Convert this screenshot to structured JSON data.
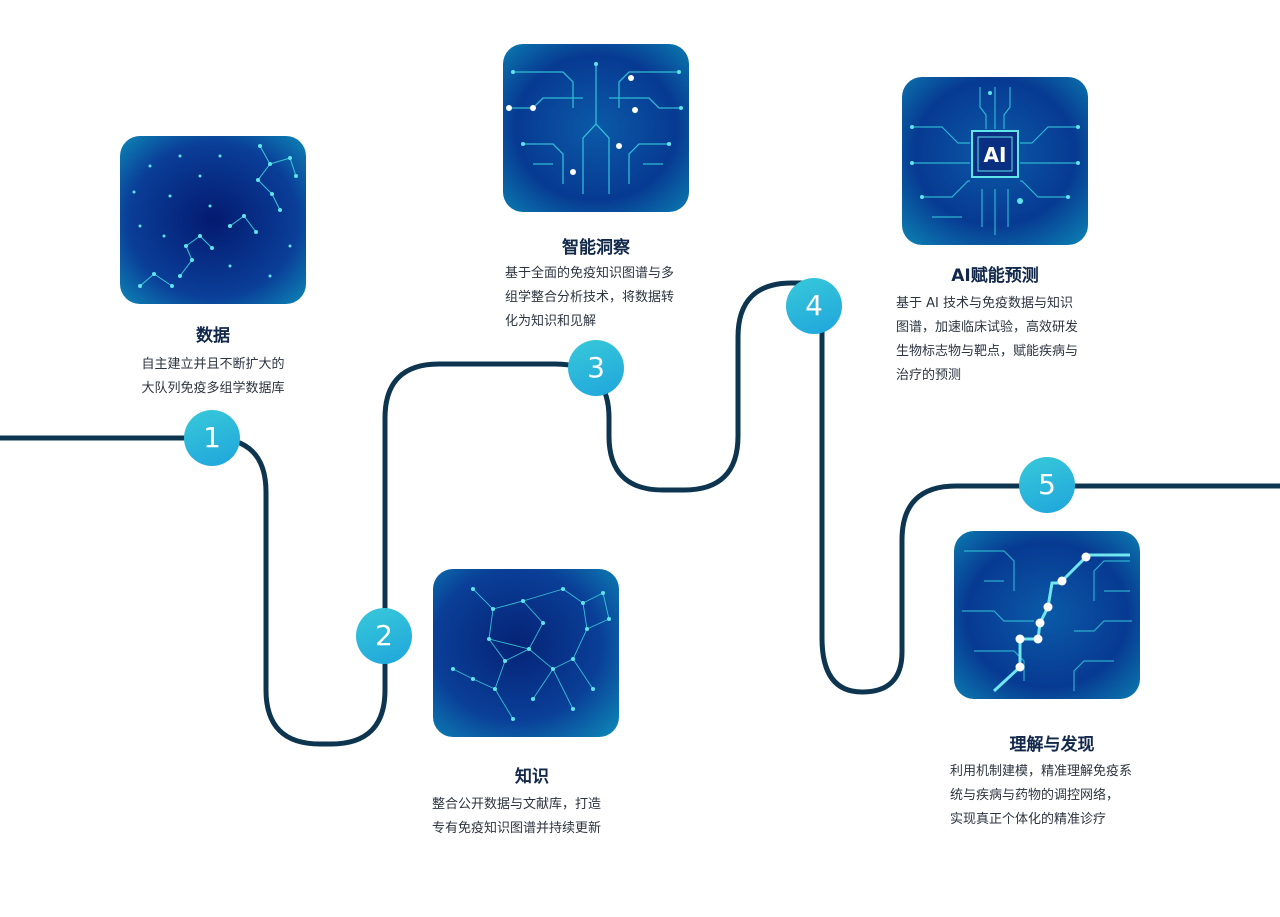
{
  "steps": [
    {
      "number": "1",
      "title": "数据",
      "description": [
        "自主建立并且不断扩大的",
        "大队列免疫多组学数据库"
      ]
    },
    {
      "number": "2",
      "title": "知识",
      "description": [
        "整合公开数据与文献库，打造",
        "专有免疫知识图谱并持续更新"
      ]
    },
    {
      "number": "3",
      "title": "智能洞察",
      "description": [
        "基于全面的免疫知识图谱与多",
        "组学整合分析技术，将数据转",
        "化为知识和见解"
      ]
    },
    {
      "number": "4",
      "title": "AI赋能预测",
      "chip_label": "AI",
      "description": [
        "基于 AI 技术与免疫数据与知识",
        "图谱，加速临床试验，高效研发",
        "生物标志物与靶点，赋能疾病与",
        "治疗的预测"
      ]
    },
    {
      "number": "5",
      "title": "理解与发现",
      "description": [
        "利用机制建模，精准理解免疫系",
        "统与疾病与药物的调控网络，",
        "实现真正个体化的精准诊疗"
      ]
    }
  ],
  "colors": {
    "route": "#0d3550",
    "badge_start": "#38c9d9",
    "badge_end": "#1fa5dc",
    "title": "#12284a",
    "text": "#2c3440",
    "card_deep": "#05237a",
    "card_edge": "#0b7fb3",
    "accent": "#3fd7e0"
  },
  "icons": [
    "constellation-icon",
    "network-graph-icon",
    "circuit-brain-icon",
    "ai-chip-icon",
    "circuit-path-icon"
  ]
}
